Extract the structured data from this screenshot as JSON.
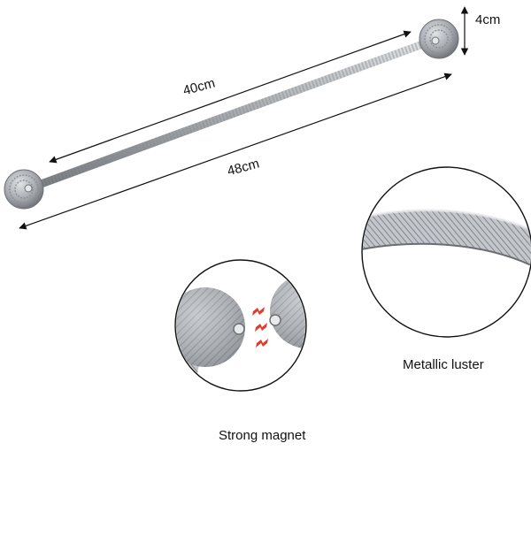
{
  "dimensions": {
    "inner_length": "40cm",
    "total_length": "48cm",
    "ball_diameter": "4cm"
  },
  "callouts": {
    "magnet_caption": "Strong magnet",
    "luster_caption": "Metallic luster"
  },
  "colors": {
    "rod_metal": "#b8bcc0",
    "rod_dark": "#7d8186",
    "ball_silver": "#a9adb2",
    "arrow": "#111111",
    "magnet_zigzag": "#e23b2e",
    "circle_outline": "#111111"
  },
  "icons": [
    "arrow-icon",
    "magnet-attraction-icon"
  ]
}
